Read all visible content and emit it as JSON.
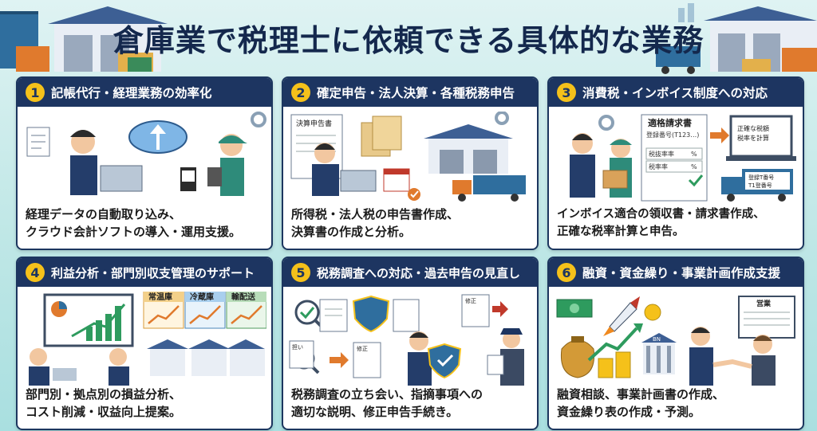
{
  "title": "倉庫業で税理士に依頼できる具体的な業務",
  "colors": {
    "navy": "#1d3561",
    "badge": "#f5c11a",
    "background": "#bfe7e6",
    "accent_orange": "#f0891e"
  },
  "cards": [
    {
      "num": "1",
      "title": "記帳代行・経理業務の効率化",
      "line1": "経理データの自動取り込み、",
      "line2": "クラウド会計ソフトの導入・運用支援。"
    },
    {
      "num": "2",
      "title": "確定申告・法人決算・各種税務申告",
      "line1": "所得税・法人税の申告書作成、",
      "line2": "決算書の作成と分析。",
      "doc_label": "決算申告書"
    },
    {
      "num": "3",
      "title": "消費税・インボイス制度への対応",
      "line1": "インボイス適合の領収書・請求書作成、",
      "line2": "正確な税率計算と申告。",
      "invoice_title": "適格請求書",
      "invoice_sub": "登録番号(T123…)",
      "invoice_row1": "税抜率率",
      "invoice_row2": "税率率",
      "percent": "%",
      "monitor_text1": "正確な税額",
      "monitor_text2": "税率を計算",
      "truck_text1": "登録T番号",
      "truck_text2": "T1登番号"
    },
    {
      "num": "4",
      "title": "利益分析・部門別収支管理のサポート",
      "line1": "部門別・拠点別の損益分析、",
      "line2": "コスト削減・収益向上提案。",
      "dept1": "常温庫",
      "dept2": "冷蔵庫",
      "dept3": "輸配送"
    },
    {
      "num": "5",
      "title": "税務調査への対応・過去申告の見直し",
      "line1": "税務調査の立ち会い、指摘事項への",
      "line2": "適切な説明、修正申告手続き。",
      "doc1": "修正",
      "doc2": "修正",
      "doc3": "担い"
    },
    {
      "num": "6",
      "title": "融資・資金繰り・事業計画作成支援",
      "line1": "融資相談、事業計画書の作成、",
      "line2": "資金繰り表の作成・予測。",
      "board_label": "営業",
      "bank_label": "BN"
    }
  ]
}
